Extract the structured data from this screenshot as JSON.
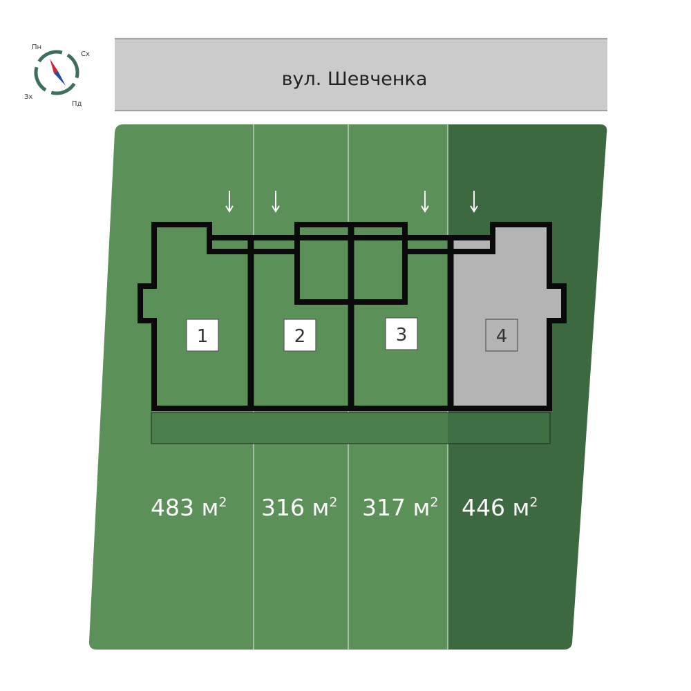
{
  "street": {
    "name": "вул. Шевченка"
  },
  "compass": {
    "north": "Пн",
    "east": "Сх",
    "south": "Пд",
    "west": "Зх"
  },
  "units": [
    {
      "number": "1",
      "area_value": "483 м",
      "area_sup": "2",
      "selected": false
    },
    {
      "number": "2",
      "area_value": "316 м",
      "area_sup": "2",
      "selected": false
    },
    {
      "number": "3",
      "area_value": "317 м",
      "area_sup": "2",
      "selected": false
    },
    {
      "number": "4",
      "area_value": "446 м",
      "area_sup": "2",
      "selected": true
    }
  ],
  "colors": {
    "lot_green": "#5b9159",
    "selected_lot_green": "#3c6940",
    "street_grey": "#cbcbcb",
    "house_white": "#ffffff",
    "house_selected": "#b4b4b4",
    "terrace_green": "#4a7f4d",
    "wall": "#0a0a0a",
    "compass_ring": "#3e6e5d",
    "compass_north": "#d1263a",
    "compass_south": "#2548a6"
  }
}
